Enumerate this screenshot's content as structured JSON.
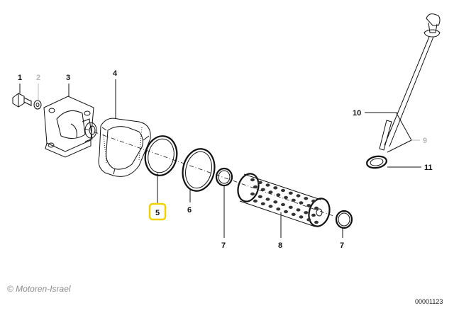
{
  "diagram": {
    "callouts": {
      "c1": "1",
      "c2": "2",
      "c3": "3",
      "c4": "4",
      "c5": "5",
      "c6": "6",
      "c7a": "7",
      "c7b": "7",
      "c8": "8",
      "c9": "9",
      "c10": "10",
      "c11": "11"
    },
    "highlight_callout": "5",
    "highlight_color": "#f2d100",
    "copyright": "© Motoren-Israel",
    "drawing_number": "00001123"
  }
}
